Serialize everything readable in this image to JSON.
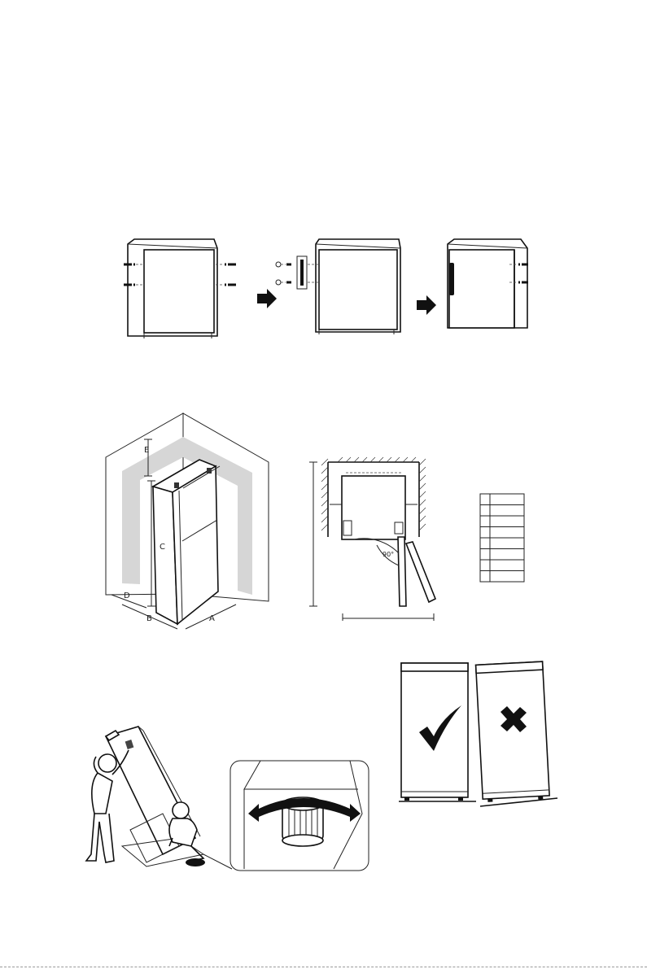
{
  "clearance": {
    "labels": {
      "a": "A",
      "b": "B",
      "c": "C",
      "d": "D",
      "e": "E"
    }
  },
  "door_swing": {
    "angle_label": "90°",
    "table_rows": 8
  },
  "colors": {
    "line": "#111111",
    "clearance_zone": "#d6d6d6",
    "background": "#ffffff"
  }
}
